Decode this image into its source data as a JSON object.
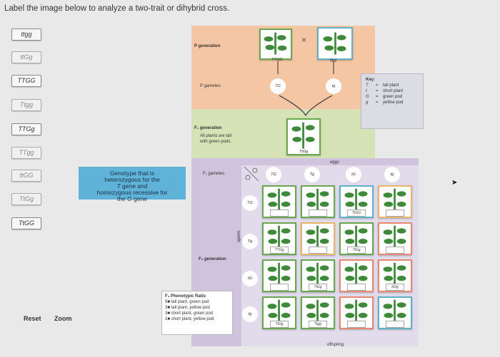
{
  "instruction": "Label the image below to analyze a two-trait or dihybrid cross.",
  "chips": [
    "ttgg",
    "ttGg",
    "TTGG",
    "Ttgg",
    "TTGg",
    "TTgg",
    "ttGG",
    "TtGg",
    "TtGG"
  ],
  "controls": {
    "reset": "Reset",
    "zoom": "Zoom"
  },
  "diagram": {
    "p_generation": "P generation",
    "p_gametes": "P gametes",
    "f1_generation": "F₁ generation",
    "f1_desc_line1": "All plants are tall",
    "f1_desc_line2": "with green pods.",
    "f1_gametes": "F₁ gametes",
    "f2_generation": "F₂ generation",
    "sperm": "sperm",
    "eggs": "eggs",
    "offspring": "offspring",
    "parent1_label": "TTGG",
    "parent2_label": "ttgg",
    "cross_symbol": "×",
    "gamete_TG": "TG",
    "gamete_tg": "tg",
    "f1_label": "TtGg",
    "egg_gametes": [
      "TG",
      "Tg",
      "tG",
      "tg"
    ],
    "sperm_gametes": [
      "TG",
      "Tg",
      "tG",
      "tg"
    ],
    "grid_labels": {
      "r0c2": "TtGG",
      "r1c0": "TTGg",
      "r1c2": "TtGg",
      "r2c1": "TtGg",
      "r2c3": "ttGg",
      "r3c0": "TtGg",
      "r3c1": "Ttgg"
    },
    "ratio": {
      "title": "F₂ Phenotypic Ratio",
      "l1": "9■ tall plant, green pod",
      "l2": "3■ tall plant, yellow pod",
      "l3": "3■ short plant, green pod",
      "l4": "1■ short plant, yellow pod"
    }
  },
  "key": {
    "title": "Key:",
    "rows": [
      {
        "sym": "T",
        "eq": "=",
        "desc": "tall plant"
      },
      {
        "sym": "t",
        "eq": "=",
        "desc": "short plant"
      },
      {
        "sym": "G",
        "eq": "=",
        "desc": "green pod"
      },
      {
        "sym": "g",
        "eq": "=",
        "desc": "yellow pod"
      }
    ]
  },
  "tooltip": {
    "l1": "Genotype that is",
    "l2": "heterozygous for the",
    "l3": "<i>T</i> gene and",
    "l4": "homozygous recessive for",
    "l5": "the <i>G</i> gene"
  },
  "colors": {
    "accent": "#5fb3d9",
    "orange_panel": "#f5c6a3",
    "green_panel": "#d6e3b7",
    "lilac_panel": "#cfc3de"
  }
}
